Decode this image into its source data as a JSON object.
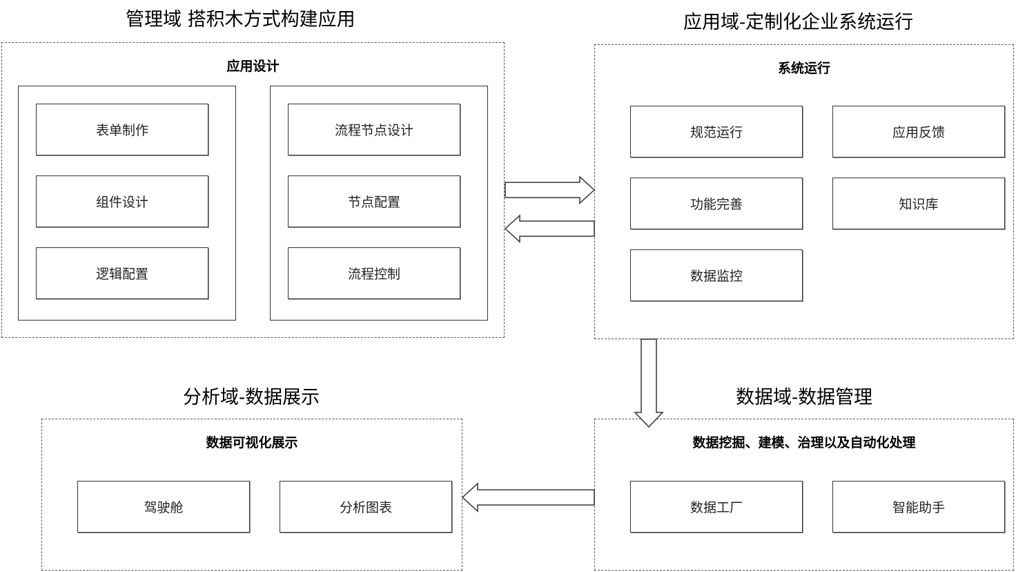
{
  "titles": {
    "management": "管理域 搭积木方式构建应用",
    "application": "应用域-定制化企业系统运行",
    "analysis": "分析域-数据展示",
    "data": "数据域-数据管理"
  },
  "management": {
    "heading": "应用设计",
    "left_group": [
      "表单制作",
      "组件设计",
      "逻辑配置"
    ],
    "right_group": [
      "流程节点设计",
      "节点配置",
      "流程控制"
    ]
  },
  "application": {
    "heading": "系统运行",
    "items": [
      "规范运行",
      "应用反馈",
      "功能完善",
      "知识库",
      "数据监控"
    ]
  },
  "analysis": {
    "heading": "数据可视化展示",
    "items": [
      "驾驶舱",
      "分析图表"
    ]
  },
  "data": {
    "heading": "数据挖掘、建模、治理以及自动化处理",
    "items": [
      "数据工厂",
      "智能助手"
    ]
  }
}
